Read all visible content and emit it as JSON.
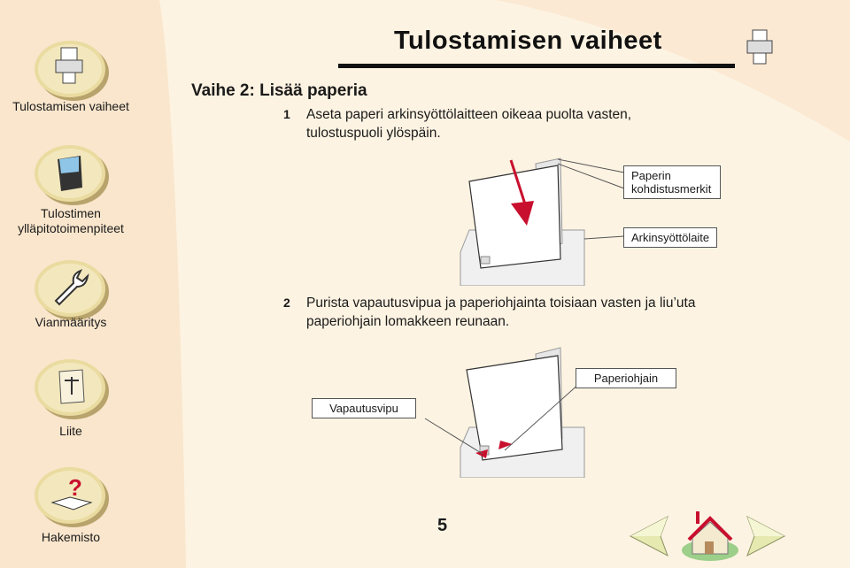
{
  "page_title": "Tulostamisen vaiheet",
  "step_heading": "Vaihe 2: Lisää paperia",
  "steps": [
    {
      "num": "1",
      "text_line1": "Aseta paperi arkinsyöttölaitteen oikeaa puolta vasten,",
      "text_line2": "tulostuspuoli ylöspäin."
    },
    {
      "num": "2",
      "text_line1": "Purista vapautusvipua ja paperiohjainta toisiaan vasten ja liu’uta",
      "text_line2": "paperiohjain lomakkeen reunaan."
    }
  ],
  "callouts": {
    "alignment_marks_line1": "Paperin",
    "alignment_marks_line2": "kohdistusmerkit",
    "sheet_feeder": "Arkinsyöttölaite",
    "paper_guide": "Paperiohjain",
    "release_lever": "Vapautusvipu"
  },
  "nav": [
    {
      "label": "Tulostamisen vaiheet",
      "icon": "printer-icon"
    },
    {
      "label_line1": "Tulostimen",
      "label_line2": "ylläpitotoimenpiteet",
      "icon": "ink-cartridge-icon"
    },
    {
      "label": "Vianmääritys",
      "icon": "wrench-icon"
    },
    {
      "label": "Liite",
      "icon": "scroll-scales-icon"
    },
    {
      "label": "Hakemisto",
      "icon": "help-book-icon"
    }
  ],
  "page_number": "5",
  "footer_nav": {
    "prev_icon": "previous-arrow-icon",
    "home_icon": "home-icon",
    "next_icon": "next-arrow-icon"
  },
  "colors": {
    "background": "#fdf3e2",
    "curve": "#f6dcc0",
    "accent_red": "#c8102e",
    "nav_disc": "#eadba0"
  }
}
